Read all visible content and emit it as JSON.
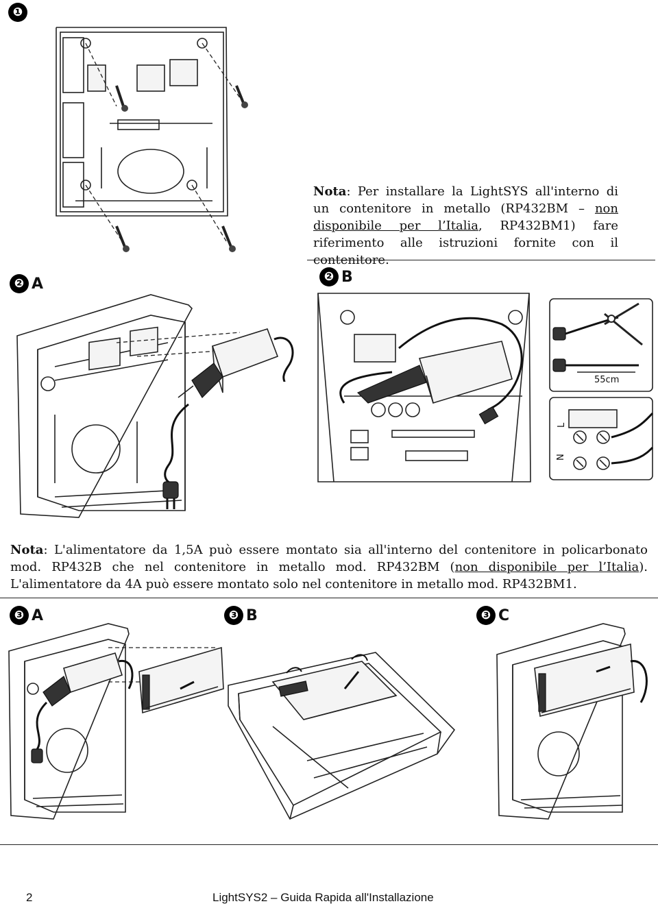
{
  "step1": {
    "marker": "❶"
  },
  "step2a": {
    "marker": "❷",
    "letter": "A"
  },
  "step2b": {
    "marker": "❷",
    "letter": "B"
  },
  "step3a": {
    "marker": "❸",
    "letter": "A"
  },
  "step3b": {
    "marker": "❸",
    "letter": "B"
  },
  "step3c": {
    "marker": "❸",
    "letter": "C"
  },
  "note1": {
    "label": "Nota",
    "part1": ": Per installare la LightSYS all'interno di un contenitore in metallo (RP432BM – ",
    "link": "non disponibile per l’Italia",
    "part2": ", RP432BM1) fare riferimento alle istruzioni fornite con il contenitore."
  },
  "note2": {
    "label": "Nota",
    "part1": ": L'alimentatore da 1,5A può essere montato sia all'interno del contenitore in policarbonato mod. RP432B che nel contenitore in metallo mod. RP432BM (",
    "link": "non disponibile per l’Italia",
    "part2": "). L'alimentatore da 4A può essere montato solo nel contenitore in metallo mod. RP432BM1."
  },
  "diagram2b": {
    "length_label": "55cm",
    "terminal_l": "L",
    "terminal_n": "N"
  },
  "footer": {
    "page_number": "2",
    "title": "LightSYS2 – Guida Rapida all'Installazione"
  }
}
